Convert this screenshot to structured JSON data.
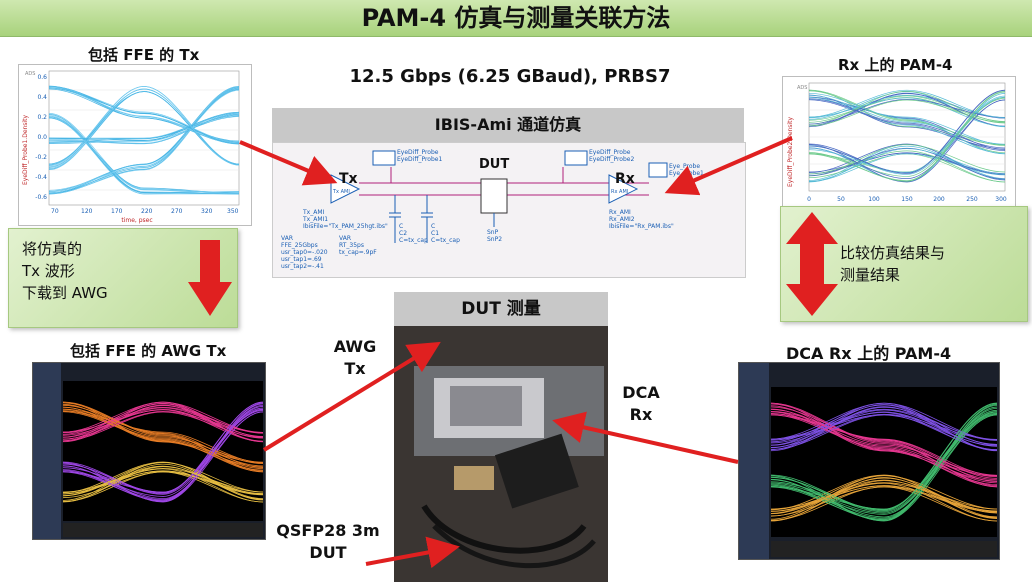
{
  "title": "PAM-4 仿真与测量关联方法",
  "subtitle": "12.5 Gbps (6.25 GBaud), PRBS7",
  "panels": {
    "top_left_title": "包括 FFE 的 Tx",
    "top_right_title": "Rx 上的 PAM-4",
    "sim_header": "IBIS-Ami 通道仿真",
    "meas_header": "DUT 测量",
    "bottom_left_title": "包括 FFE 的 AWG Tx",
    "bottom_right_title": "DCA Rx 上的 PAM-4"
  },
  "plot_left": {
    "ylabel": "EyeDiff_Probe1.Density",
    "xlabel": "time, psec",
    "corner": "ADS",
    "y_ticks": [
      "0.6",
      "0.4",
      "0.2",
      "0.0",
      "-0.2",
      "-0.4",
      "-0.6"
    ],
    "x_ticks": [
      "70",
      "120",
      "170",
      "220",
      "270",
      "320",
      "350"
    ]
  },
  "plot_right": {
    "ylabel": "EyeDiff_Probe2.Density",
    "corner": "ADS",
    "x_ticks": [
      "0",
      "50",
      "100",
      "150",
      "200",
      "250",
      "300"
    ]
  },
  "schematic": {
    "tx_label": "Tx",
    "rx_label": "Rx",
    "dut_label": "DUT",
    "tx_block": "Tx AMI",
    "rx_block": "Rx AMI",
    "probe1": "EyeDiff_Probe\nEyeDiff_Probe1",
    "probe2": "EyeDiff_Probe\nEyeDiff_Probe2",
    "probe3": "Eye_Probe\nEye_Probe1",
    "tx_params": "Tx_AMI\nTx_AMI1\nIbisFile=\"Tx_PAM_25hgt.ibs\"",
    "rx_params": "Rx_AMI\nRx_AMI2\nIbisFile=\"Rx_PAM.ibs\"",
    "var1": "VAR\nFFE_25Gbps\nusr_tap0=-.020\nusr_tap1=.69\nusr_tap2=-.41",
    "var2": "VAR\nRT_35ps\ntx_cap=.9pF",
    "cap2": "C\nC2\nC=tx_cap",
    "cap1": "C\nC1\nC=tx_cap",
    "snp": "SnP\nSnP2"
  },
  "notes": {
    "download": [
      "将仿真的",
      "Tx 波形",
      "下载到 AWG"
    ],
    "compare": [
      "比较仿真结果与",
      "测量结果"
    ]
  },
  "labels": {
    "awg": [
      "AWG",
      "Tx"
    ],
    "dca": [
      "DCA",
      "Rx"
    ],
    "qsfp": [
      "QSFP28 3m",
      "DUT"
    ]
  },
  "colors": {
    "banner": "#a8d27c",
    "arrow": "#e02020",
    "eye_sim": "#29a9e0",
    "schematic_wire": "#b0207a"
  }
}
